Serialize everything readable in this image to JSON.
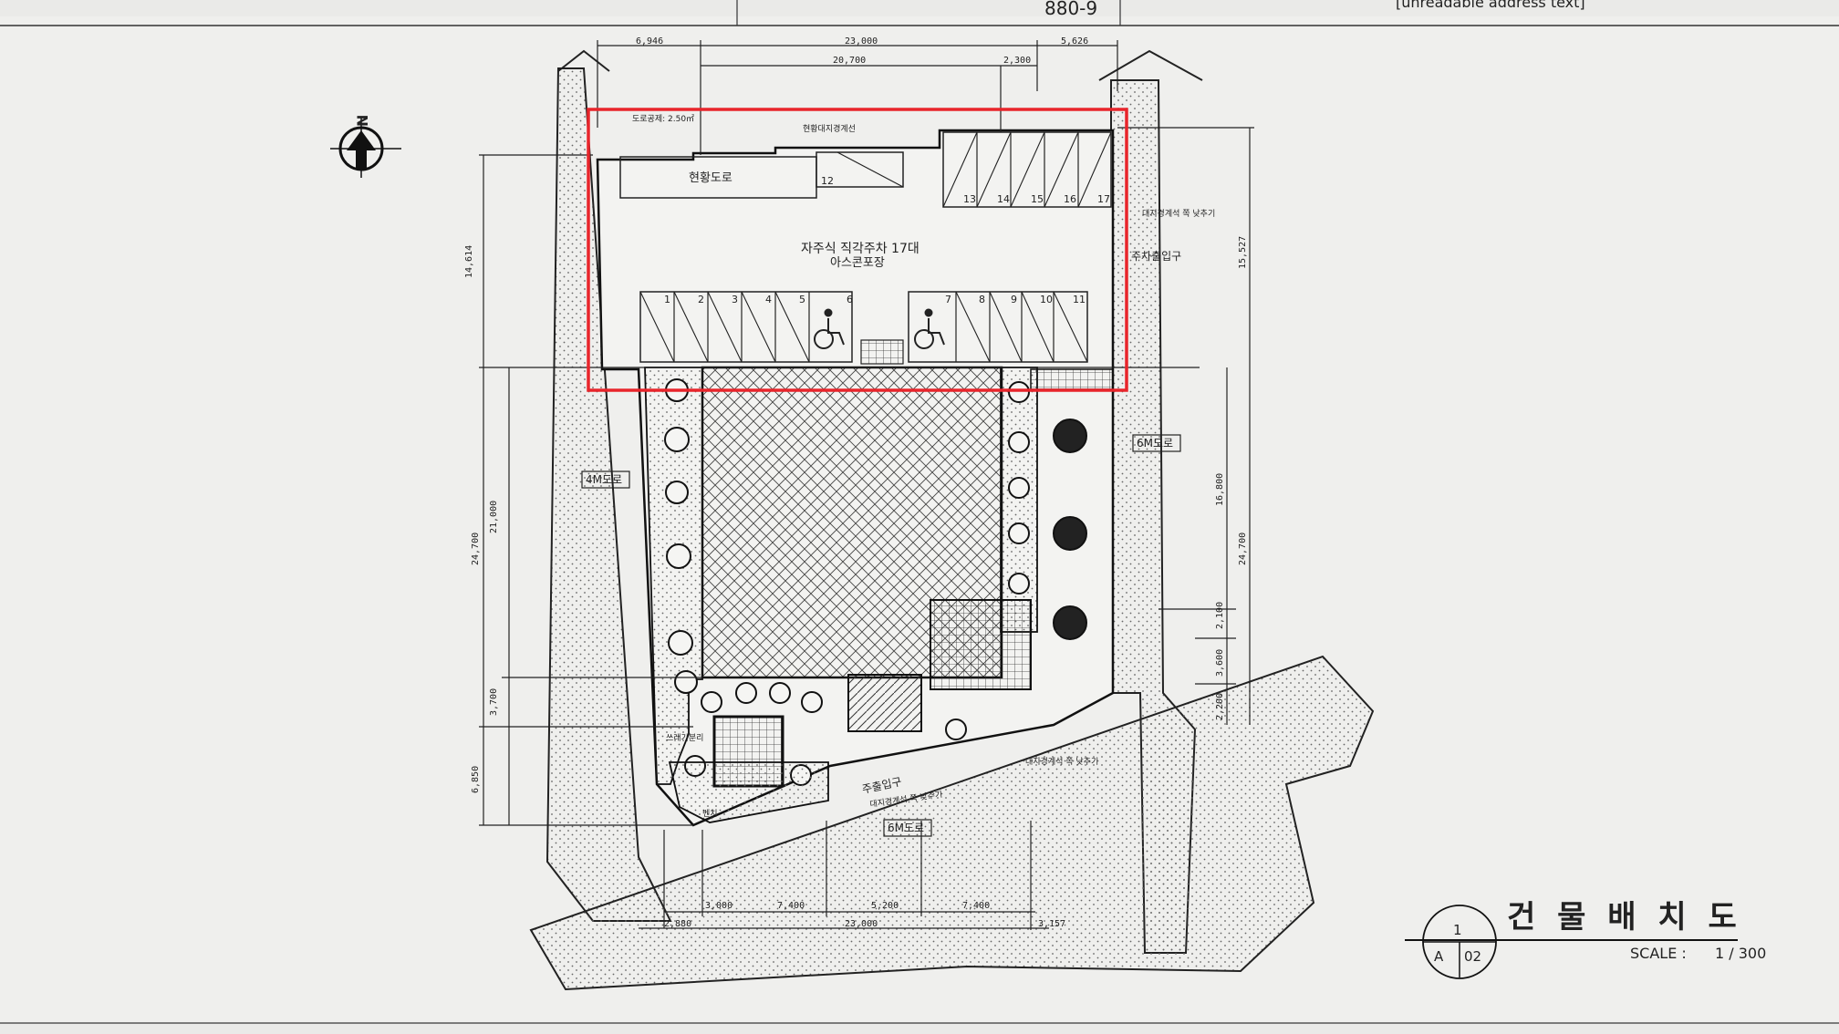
{
  "sheet": {
    "lot_number": "880-9",
    "header_address": "[unreadable address text]",
    "title": "건 물 배 치 도",
    "scale_label": "SCALE :",
    "scale_value": "1 / 300",
    "view_number": "1",
    "sheet_prefix": "A",
    "sheet_number": "02"
  },
  "north_arrow": {
    "label": "N"
  },
  "dimensions": {
    "top": [
      "6,946",
      "23,000",
      "5,626",
      "20,700",
      "2,300"
    ],
    "bottom": [
      "3,000",
      "7,400",
      "5,200",
      "7,400",
      "2,880",
      "23,000",
      "3,157"
    ],
    "left": [
      "14,614",
      "24,700",
      "21,000",
      "3,700",
      "6,850"
    ],
    "right": [
      "15,527",
      "16,800",
      "24,700",
      "2,100",
      "3,600",
      "2,200"
    ]
  },
  "labels": {
    "road_deduction": "도로공제: 2.50㎡",
    "existing_road": "현황도로",
    "site_line": "현황대지경계선",
    "parking_title": "자주식 직각주차 17대",
    "parking_surface": "아스콘포장",
    "parking_entrance": "주차출입구",
    "boundary_fence_top": "대지경계석 쪽 낮추기",
    "boundary_fence_mid": "대지경계석 쪽 낮추기",
    "boundary_fence_bottom": "대지경계석 쪽 낮추기",
    "entrance": "주출입구",
    "road_4m": "4M도로",
    "road_6m_right": "6M도로",
    "road_6m_bottom": "6M도로",
    "garbage": "쓰레기분리",
    "bench": "벤치"
  },
  "parking": {
    "top_row": [
      "12",
      "13",
      "14",
      "15",
      "16",
      "17"
    ],
    "bottom_row": [
      "1",
      "2",
      "3",
      "4",
      "5",
      "6",
      "7",
      "8",
      "9",
      "10",
      "11"
    ]
  },
  "highlight": {
    "color": "#e8252b"
  }
}
